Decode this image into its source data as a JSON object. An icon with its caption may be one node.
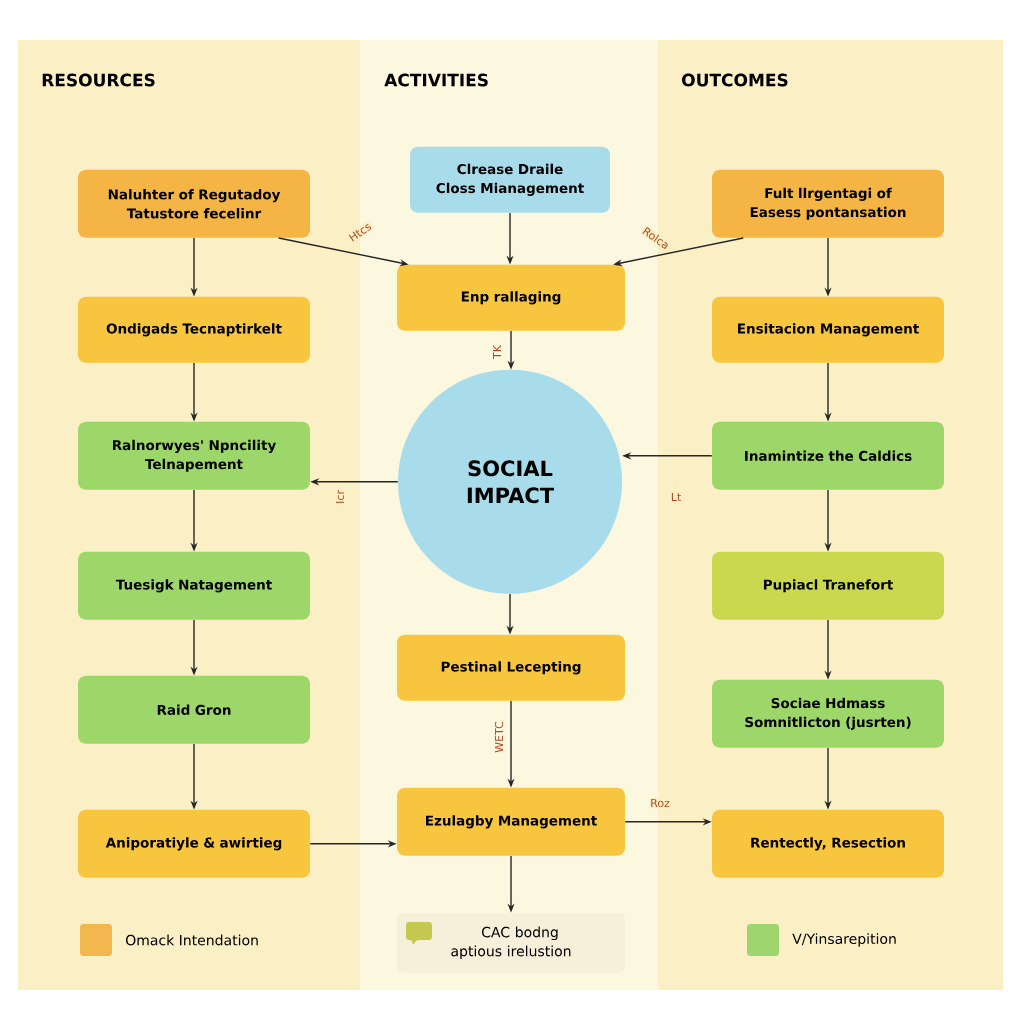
{
  "diagram": {
    "nodes": [
      {
        "text": [
          "RESOURCES"
        ]
      },
      {
        "text": [
          "ACTIVITIES"
        ]
      },
      {
        "text": [
          "OUTCOMES"
        ]
      },
      {
        "text": [
          "Naluhter of Regutadoy Tatustore fecelinr"
        ],
        "in": 0
      },
      {
        "text": [
          "Ondigads Tecnaptirkelt"
        ],
        "in": 0
      },
      {
        "text": [
          "Ralnorwyes' Npncility Telnapement"
        ],
        "in": 0
      },
      {
        "text": [
          "Tuesigk Natagement"
        ],
        "in": 0
      },
      {
        "text": [
          "Raid Gron"
        ],
        "in": 0
      },
      {
        "text": [
          "Aniporatiyle & awirtieg"
        ],
        "in": 0
      },
      {
        "text": [
          "Clrease Draile Closs Mianagement"
        ],
        "in": 1
      },
      {
        "text": [
          "Enp rallaging"
        ],
        "in": 1
      },
      {
        "text": [
          "SOCIAL IMPACT"
        ],
        "in": 1
      },
      {
        "text": [
          "Pestinal Lecepting"
        ],
        "in": 1
      },
      {
        "text": [
          "Ezulagby Management"
        ],
        "in": 1
      },
      {
        "text": [
          "CAC bodng aptious irelustion"
        ],
        "in": 1
      },
      {
        "text": [
          "Fult llrgentagi of Easess pontansation"
        ],
        "in": 2
      },
      {
        "text": [
          "Ensitacion Management"
        ],
        "in": 2
      },
      {
        "text": [
          "Inamintize the Caldics"
        ],
        "in": 2
      },
      {
        "text": [
          "Pupiacl Tranefort"
        ],
        "in": 2
      },
      {
        "text": [
          "Sociae Hdmass Somnitlicton (jusrten)"
        ],
        "in": 2
      },
      {
        "text": [
          "Rentectly, Resection"
        ],
        "in": 2
      }
    ],
    "edges": [
      {
        "from": 3,
        "to": 4,
        "arrow": "to"
      },
      {
        "from": 4,
        "to": 5,
        "arrow": "to"
      },
      {
        "from": 5,
        "to": 6,
        "arrow": "to"
      },
      {
        "from": 6,
        "to": 7,
        "arrow": "to"
      },
      {
        "from": 7,
        "to": 8,
        "arrow": "to"
      },
      {
        "from": 3,
        "to": 10,
        "arrow": "to",
        "label": "Htcs"
      },
      {
        "from": 9,
        "to": 10,
        "arrow": "to"
      },
      {
        "from": 15,
        "to": 10,
        "arrow": "to",
        "label": "Rolca"
      },
      {
        "from": 10,
        "to": 11,
        "arrow": "to",
        "label": "TK"
      },
      {
        "from": 11,
        "to": 5,
        "arrow": "to",
        "label": "Icr"
      },
      {
        "from": 17,
        "to": 11,
        "arrow": "to",
        "label": "Lt"
      },
      {
        "from": 11,
        "to": 12,
        "arrow": "to"
      },
      {
        "from": 12,
        "to": 13,
        "arrow": "to",
        "label": "WETC"
      },
      {
        "from": 8,
        "to": 13,
        "arrow": "to"
      },
      {
        "from": 13,
        "to": 20,
        "arrow": "to",
        "label": "Roz"
      },
      {
        "from": 13,
        "to": 14,
        "arrow": "to"
      },
      {
        "from": 15,
        "to": 16,
        "arrow": "to"
      },
      {
        "from": 16,
        "to": 17,
        "arrow": "to"
      },
      {
        "from": 17,
        "to": 18,
        "arrow": "to"
      },
      {
        "from": 18,
        "to": 19,
        "arrow": "to"
      },
      {
        "from": 19,
        "to": 20,
        "arrow": "to"
      }
    ],
    "legend": [
      {
        "text": "Omack Intendation",
        "color": "#f2b84f"
      },
      {
        "text": "V/Yinsarepition",
        "color": "#9fd56f"
      }
    ]
  }
}
